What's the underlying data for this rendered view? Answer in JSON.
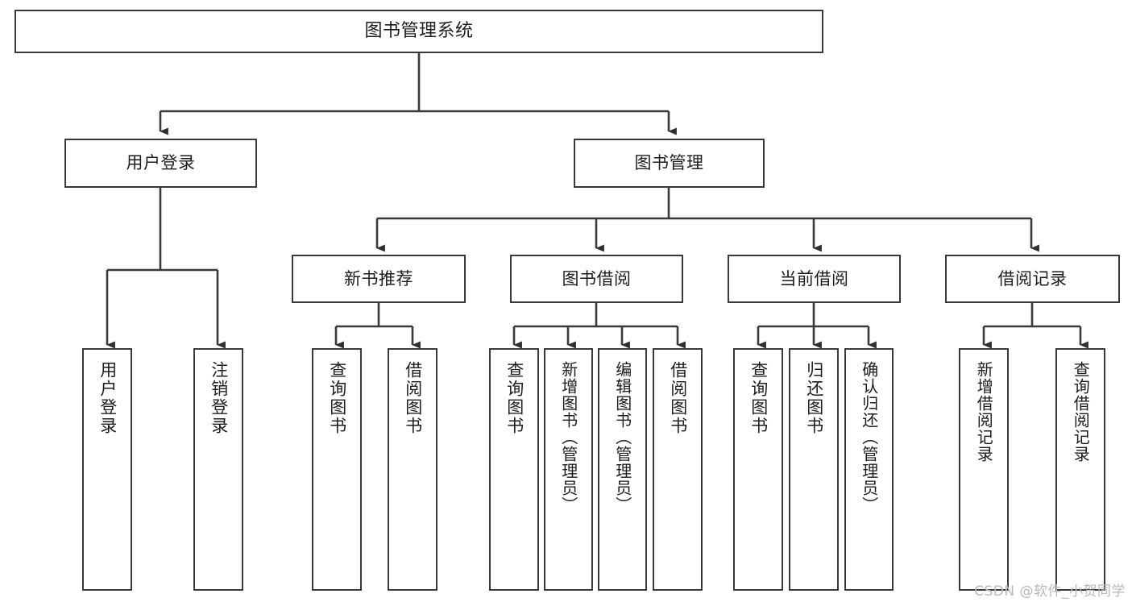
{
  "diagram": {
    "title": "图书管理系统",
    "type": "tree-hierarchy",
    "root": {
      "label": "图书管理系统"
    },
    "level1": [
      {
        "label": "用户登录"
      },
      {
        "label": "图书管理"
      }
    ],
    "level2": [
      {
        "label": "新书推荐"
      },
      {
        "label": "图书借阅"
      },
      {
        "label": "当前借阅"
      },
      {
        "label": "借阅记录"
      }
    ],
    "leaves": {
      "user_login": [
        {
          "label": "用户登录"
        },
        {
          "label": "注销登录"
        }
      ],
      "new_book_recommend": [
        {
          "label": "查询图书"
        },
        {
          "label": "借阅图书"
        }
      ],
      "book_borrow": [
        {
          "label": "查询图书"
        },
        {
          "label": "新增图书（管理员）"
        },
        {
          "label": "编辑图书（管理员）"
        },
        {
          "label": "借阅图书"
        }
      ],
      "current_borrow": [
        {
          "label": "查询图书"
        },
        {
          "label": "归还图书"
        },
        {
          "label": "确认归还（管理员）"
        }
      ],
      "borrow_record": [
        {
          "label": "新增借阅记录"
        },
        {
          "label": "查询借阅记录"
        }
      ]
    }
  },
  "watermark": {
    "text": "CSDN @软件_小贺同学"
  },
  "colors": {
    "stroke": "#3a3a3a",
    "text": "#1d1d1d",
    "background": "#ffffff",
    "watermark": "#b9b9b9"
  }
}
